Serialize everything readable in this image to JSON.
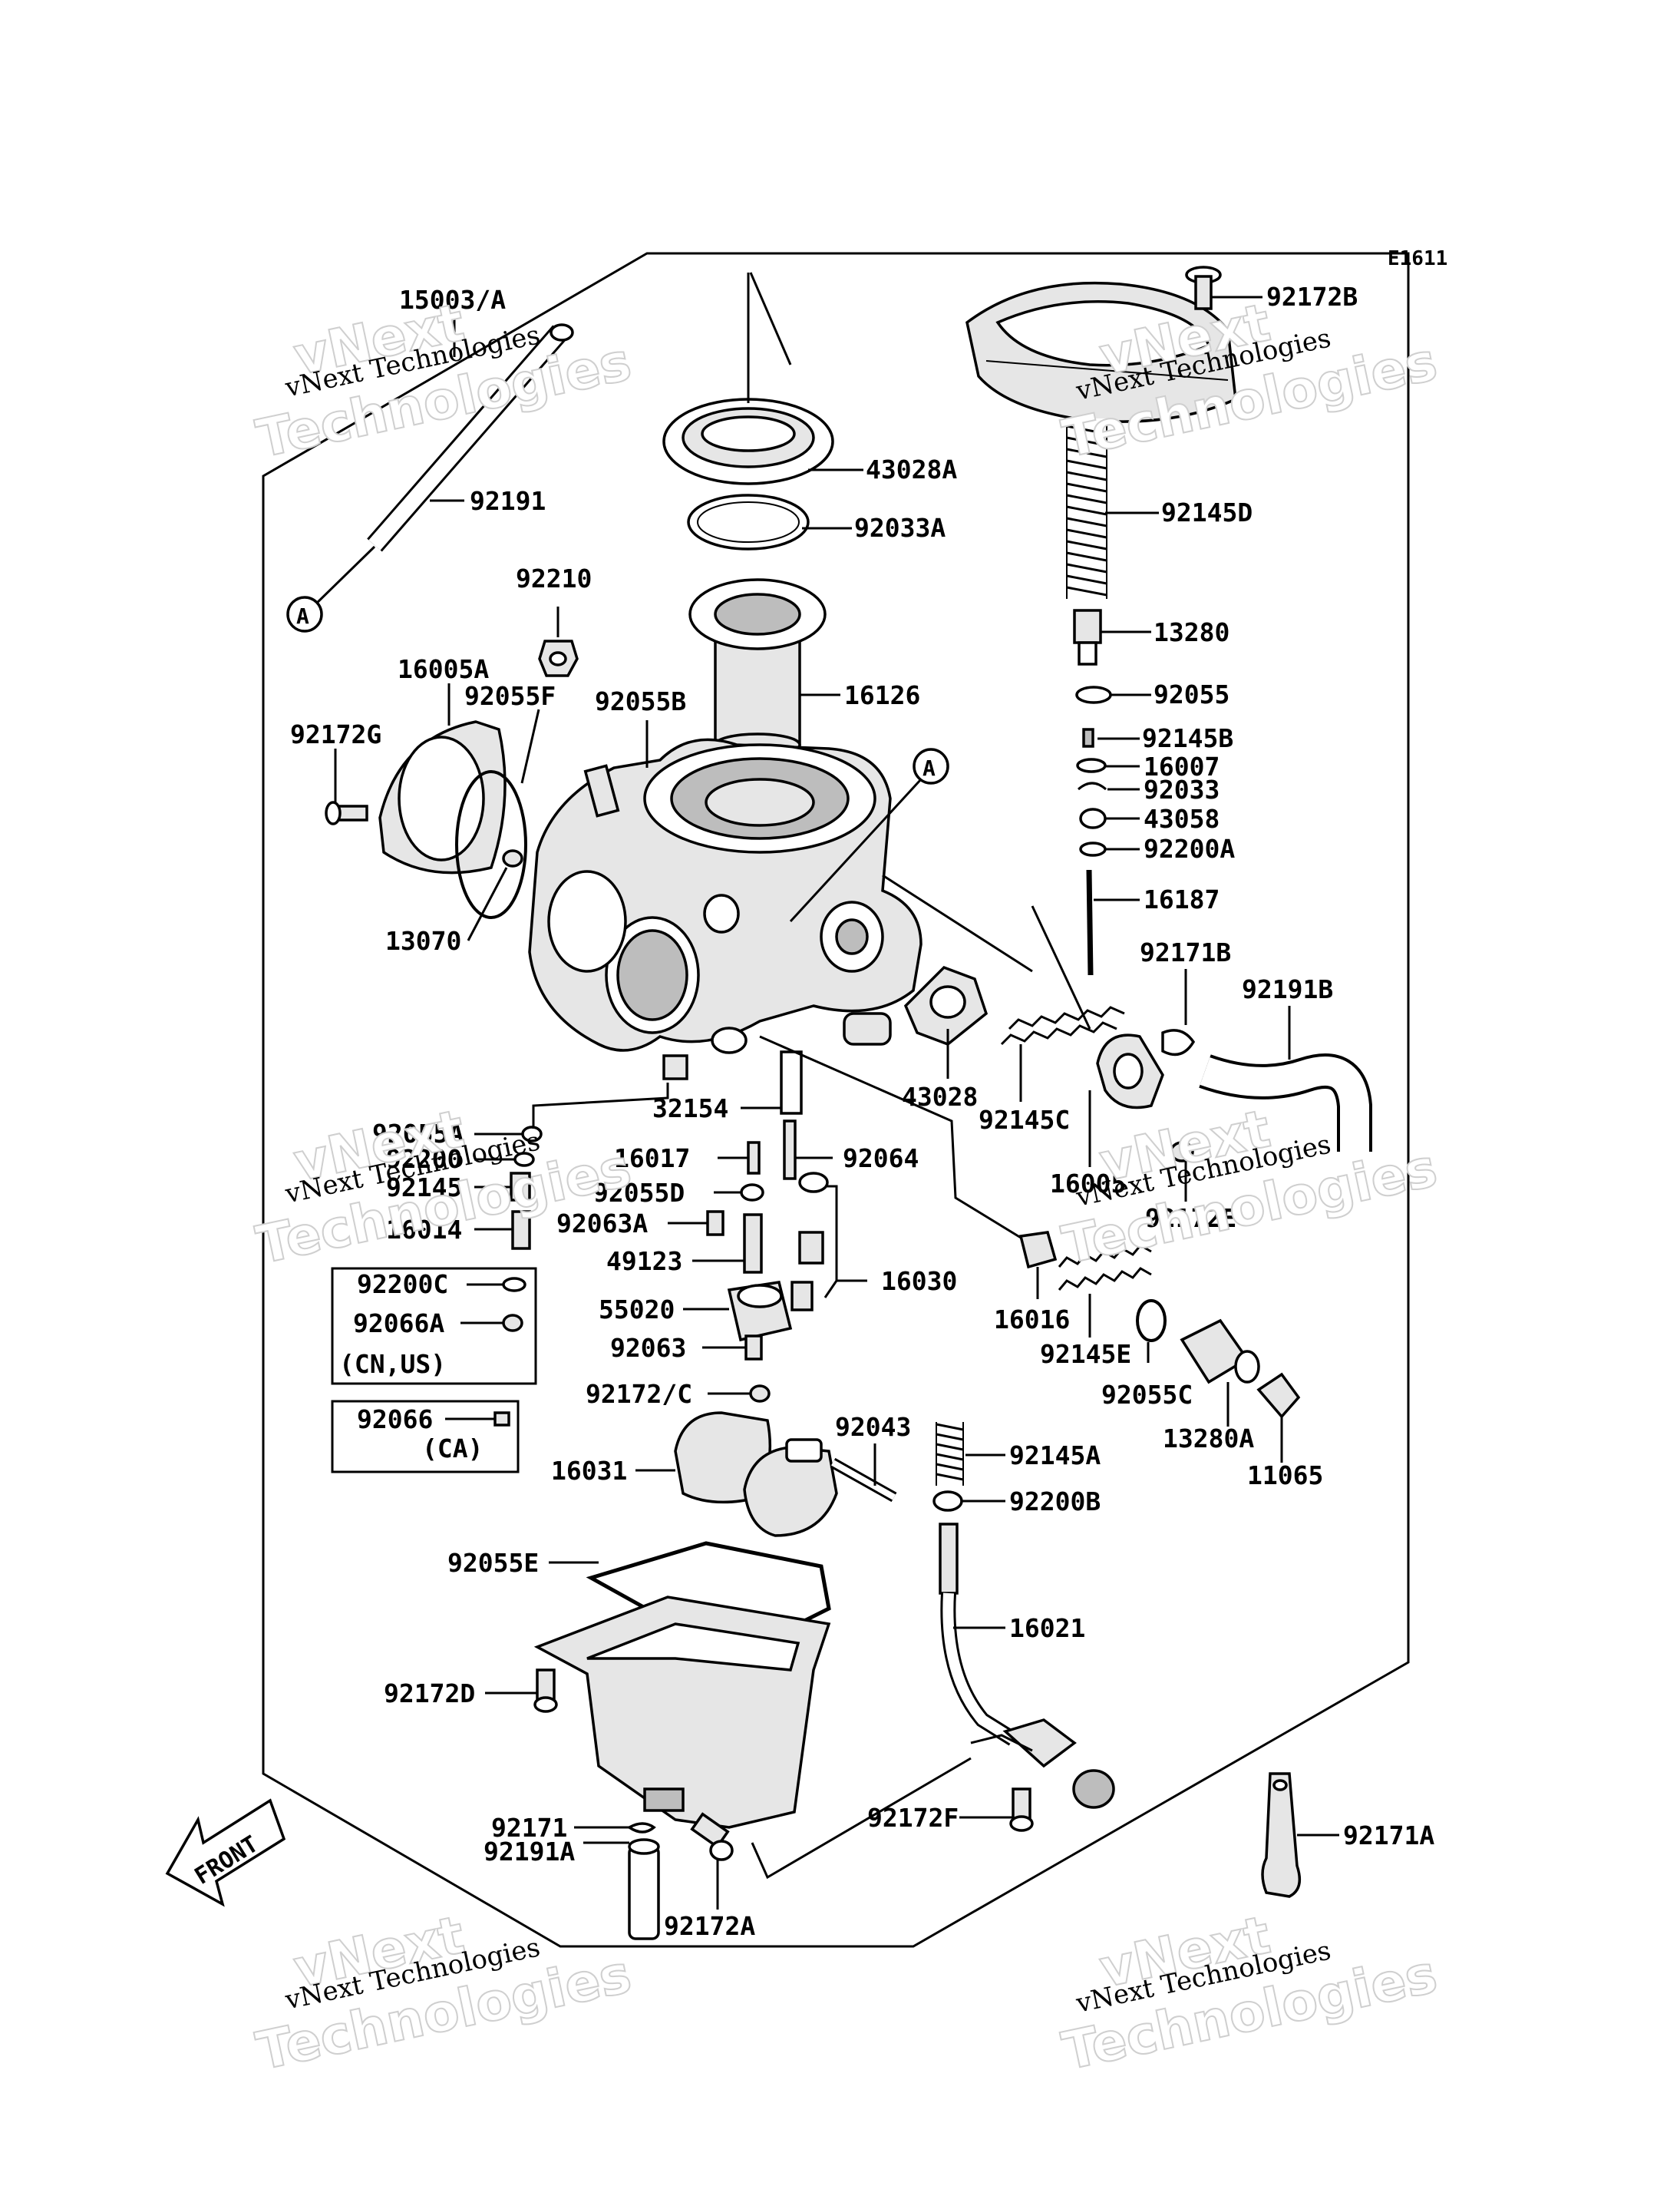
{
  "diagram_code": "E1611",
  "labels": [
    {
      "id": "l01",
      "text": "15003/A"
    },
    {
      "id": "l02",
      "text": "92191"
    },
    {
      "id": "l03",
      "text": "43028A"
    },
    {
      "id": "l04",
      "text": "92033A"
    },
    {
      "id": "l05",
      "text": "92172B"
    },
    {
      "id": "l06",
      "text": "92055B"
    },
    {
      "id": "l07",
      "text": "92145D"
    },
    {
      "id": "l08",
      "text": "92210"
    },
    {
      "id": "l09",
      "text": "16005A"
    },
    {
      "id": "l10",
      "text": "92055F"
    },
    {
      "id": "l11",
      "text": "16126"
    },
    {
      "id": "l12",
      "text": "13280"
    },
    {
      "id": "l13",
      "text": "92055"
    },
    {
      "id": "l14",
      "text": "92172G"
    },
    {
      "id": "l15",
      "text": "92145B"
    },
    {
      "id": "l16",
      "text": "16007"
    },
    {
      "id": "l17",
      "text": "92033"
    },
    {
      "id": "l18",
      "text": "43058"
    },
    {
      "id": "l19",
      "text": "92200A"
    },
    {
      "id": "l20",
      "text": "13070"
    },
    {
      "id": "l21",
      "text": "16187"
    },
    {
      "id": "l22",
      "text": "92171B"
    },
    {
      "id": "l23",
      "text": "92191B"
    },
    {
      "id": "l24",
      "text": "43028"
    },
    {
      "id": "l25",
      "text": "32154"
    },
    {
      "id": "l26",
      "text": "92145C"
    },
    {
      "id": "l27",
      "text": "92055A"
    },
    {
      "id": "l28",
      "text": "92200"
    },
    {
      "id": "l29",
      "text": "16017"
    },
    {
      "id": "l30",
      "text": "92064"
    },
    {
      "id": "l31",
      "text": "16005"
    },
    {
      "id": "l32",
      "text": "92145"
    },
    {
      "id": "l33",
      "text": "92055D"
    },
    {
      "id": "l34",
      "text": "16014"
    },
    {
      "id": "l35",
      "text": "92063A"
    },
    {
      "id": "l36",
      "text": "92172E"
    },
    {
      "id": "l37",
      "text": "49123"
    },
    {
      "id": "l38",
      "text": "16030"
    },
    {
      "id": "l39",
      "text": "92200C"
    },
    {
      "id": "l40",
      "text": "55020"
    },
    {
      "id": "l41",
      "text": "16016"
    },
    {
      "id": "l42",
      "text": "92066A"
    },
    {
      "id": "l43",
      "text": "92145E"
    },
    {
      "id": "l44",
      "text": "(CN,US)"
    },
    {
      "id": "l45",
      "text": "92063"
    },
    {
      "id": "l46",
      "text": "92055C"
    },
    {
      "id": "l47",
      "text": "92172/C"
    },
    {
      "id": "l48",
      "text": "13280A"
    },
    {
      "id": "l49",
      "text": "92066"
    },
    {
      "id": "l50",
      "text": "92043"
    },
    {
      "id": "l51",
      "text": "(CA)"
    },
    {
      "id": "l52",
      "text": "11065"
    },
    {
      "id": "l53",
      "text": "92145A"
    },
    {
      "id": "l54",
      "text": "16031"
    },
    {
      "id": "l55",
      "text": "92200B"
    },
    {
      "id": "l56",
      "text": "92055E"
    },
    {
      "id": "l57",
      "text": "16021"
    },
    {
      "id": "l58",
      "text": "92172D"
    },
    {
      "id": "l59",
      "text": "92171"
    },
    {
      "id": "l60",
      "text": "92172F"
    },
    {
      "id": "l61",
      "text": "92171A"
    },
    {
      "id": "l62",
      "text": "92191A"
    },
    {
      "id": "l63",
      "text": "92172A"
    }
  ],
  "callouts": [
    "A",
    "A"
  ],
  "front_marker": "FRONT",
  "watermark": {
    "line1": "vNext Technologies",
    "line2": "vNext",
    "line3": "Technologies"
  }
}
